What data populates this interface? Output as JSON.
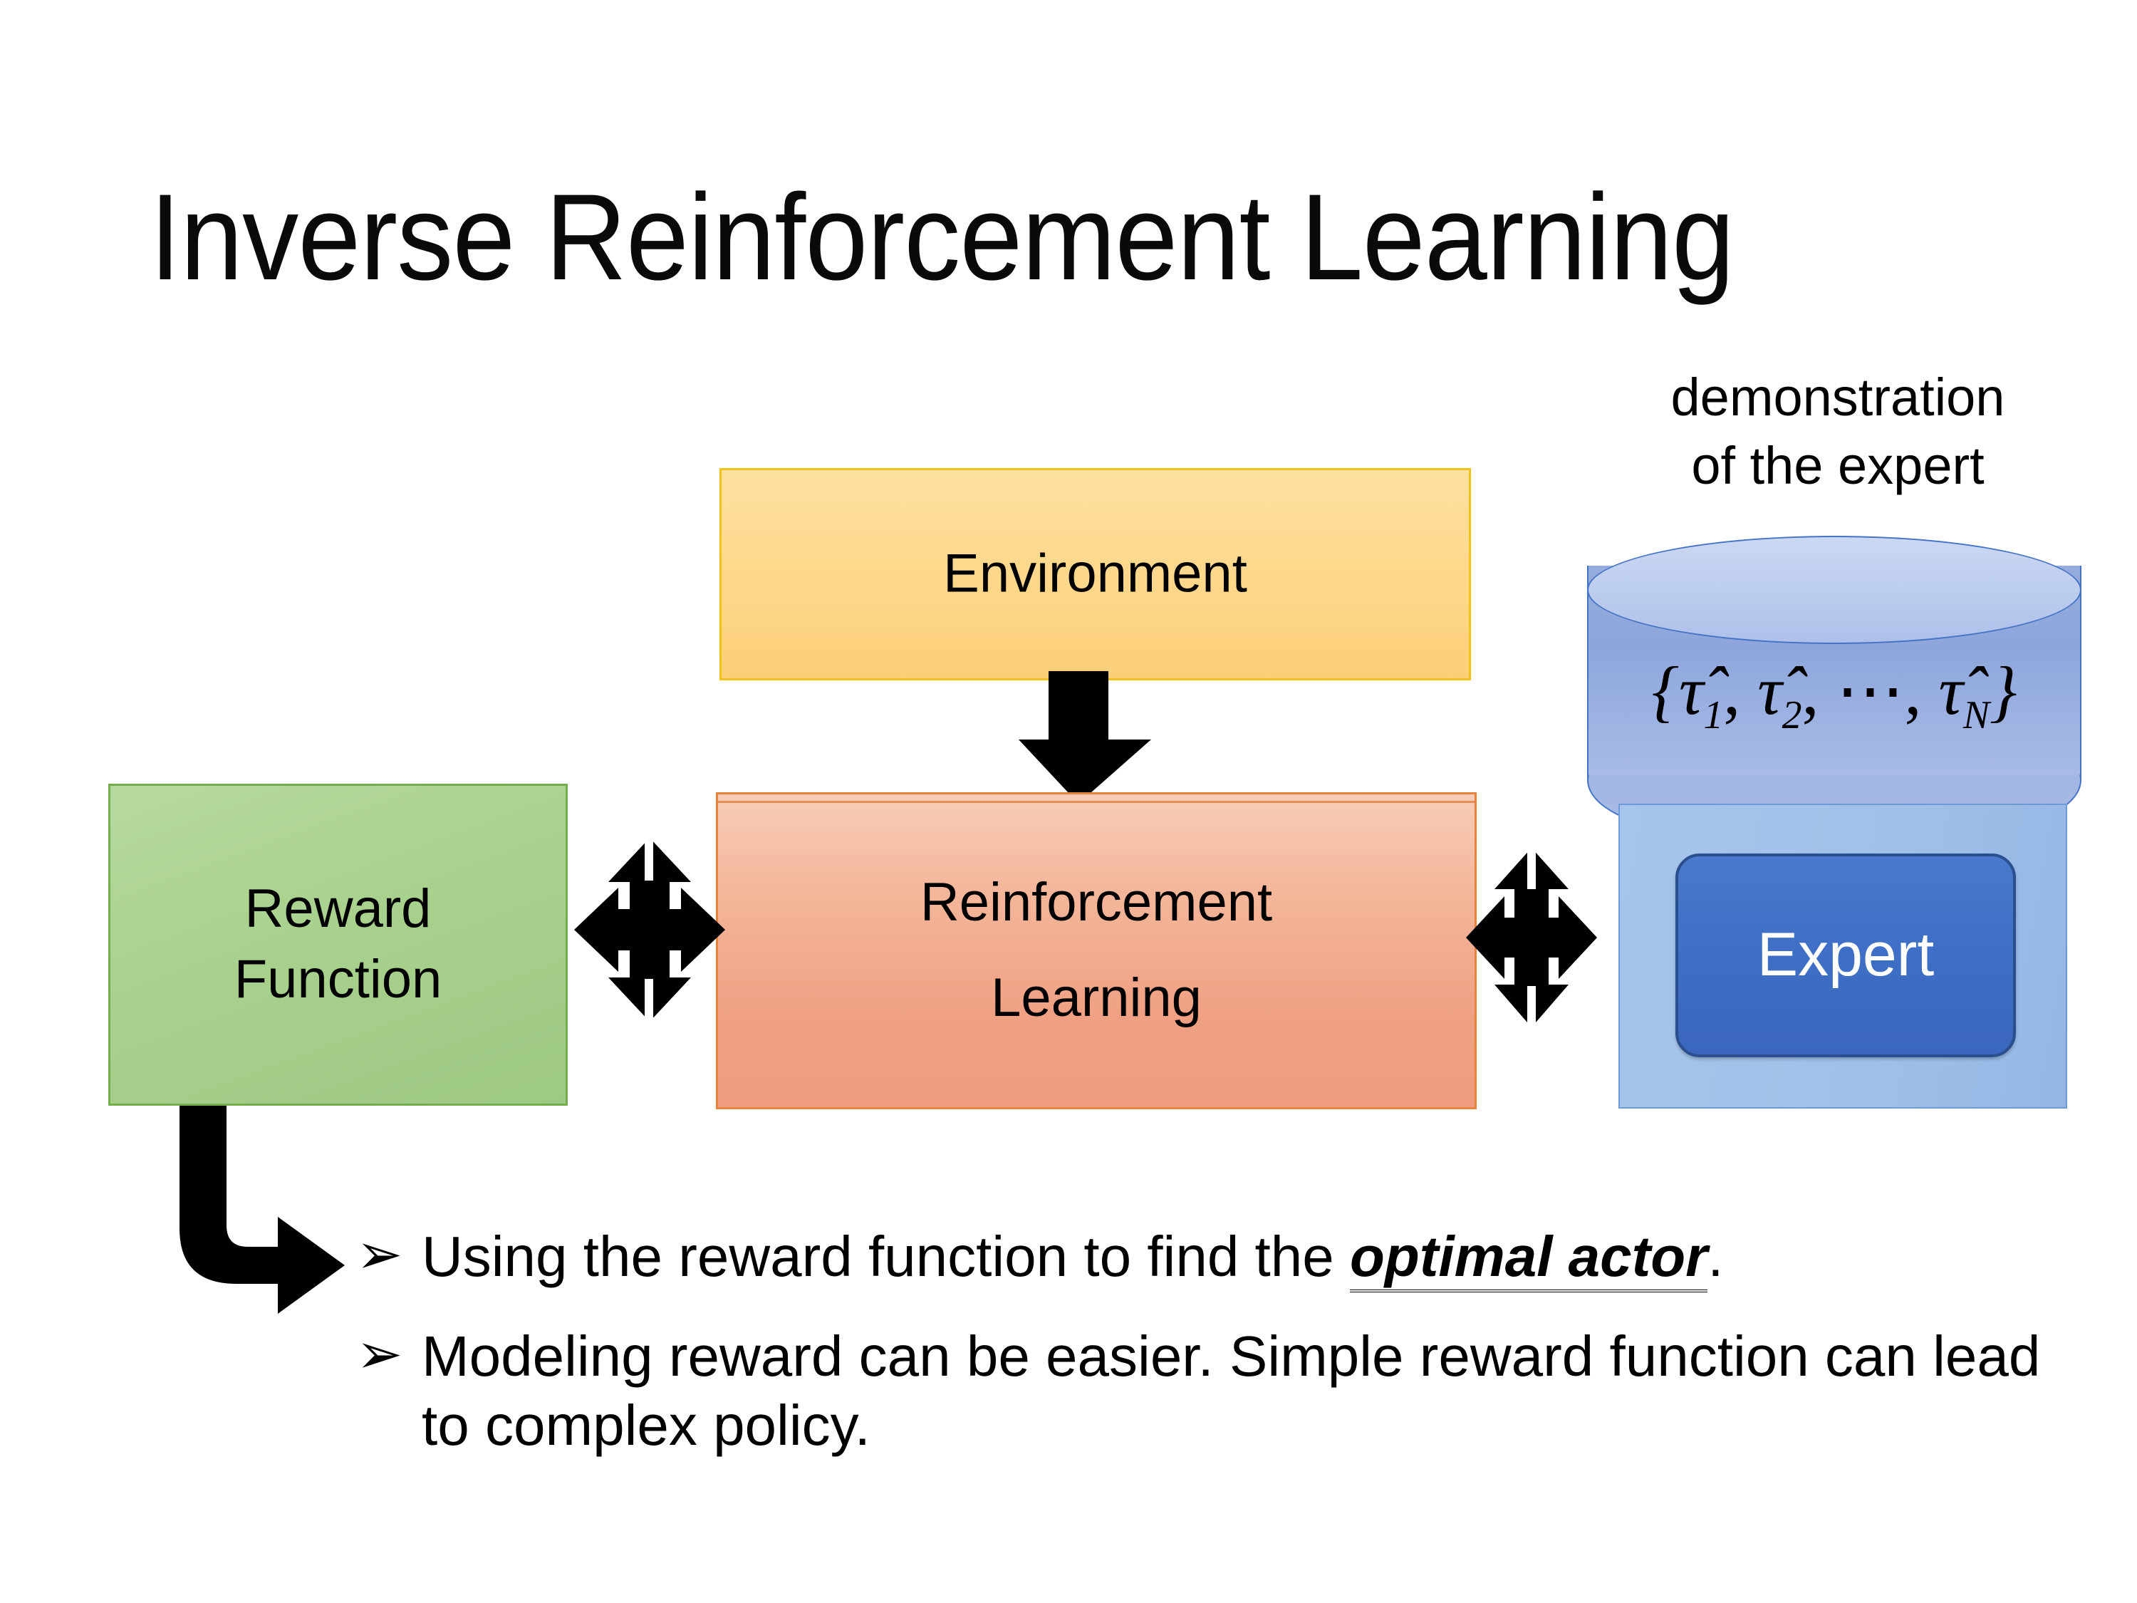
{
  "slide": {
    "title": "Inverse Reinforcement Learning",
    "background_color": "#FFFFFF"
  },
  "diagram": {
    "environment_box": {
      "label": "Environment",
      "fill_color": "#FDD78A",
      "border_color": "#F2C317"
    },
    "reinforcement_learning_box": {
      "label_line1": "Reinforcement",
      "label_line2": "Learning",
      "fill_color": "#F0A183",
      "border_color": "#E8833E"
    },
    "reward_function_box": {
      "label_line1": "Reward",
      "label_line2": "Function",
      "fill_color": "#A9D18E",
      "border_color": "#74AE4C"
    },
    "demonstration_label": {
      "line1": "demonstration",
      "line2": "of the expert"
    },
    "trajectory_cylinder": {
      "formula_open": "{",
      "tau1": "τ̂",
      "sub1": "1",
      "sep1": ", ",
      "tau2": "τ̂",
      "sub2": "2",
      "sep2": ", ⋯, ",
      "tauN": "τ̂",
      "subN": "N",
      "formula_close": "}",
      "formula_plain": "{τ̂1, τ̂2, ⋯, τ̂N}",
      "fill_color": "#8DA6DB",
      "top_color": "#BCCCEE",
      "stroke_color": "#4472C4"
    },
    "expert_panel": {
      "fill_color": "#A7C5EA",
      "border_color": "#6C9BD6"
    },
    "expert_box": {
      "label": "Expert",
      "fill_color": "#3F6FC6",
      "border_color": "#2A4F8E",
      "text_color": "#FFFFFF"
    },
    "connectors": [
      {
        "name": "environment-to-rl",
        "icon": "down-arrow",
        "direction": "down",
        "color": "#000000"
      },
      {
        "name": "reward-rl-link",
        "icon": "four-way-arrow",
        "direction": "bidirectional",
        "color": "#000000"
      },
      {
        "name": "rl-expert-link",
        "icon": "four-way-arrow",
        "direction": "bidirectional",
        "color": "#000000"
      },
      {
        "name": "reward-to-notes",
        "icon": "elbow-arrow",
        "direction": "down-right",
        "color": "#000000"
      }
    ]
  },
  "bullets": [
    {
      "marker": "➢",
      "text_before": "Using the reward function to find the ",
      "emphasis": "optimal actor",
      "text_after": "."
    },
    {
      "marker": "➢",
      "text_before": "Modeling reward can be easier. Simple reward function can lead to complex policy.",
      "emphasis": "",
      "text_after": ""
    }
  ]
}
